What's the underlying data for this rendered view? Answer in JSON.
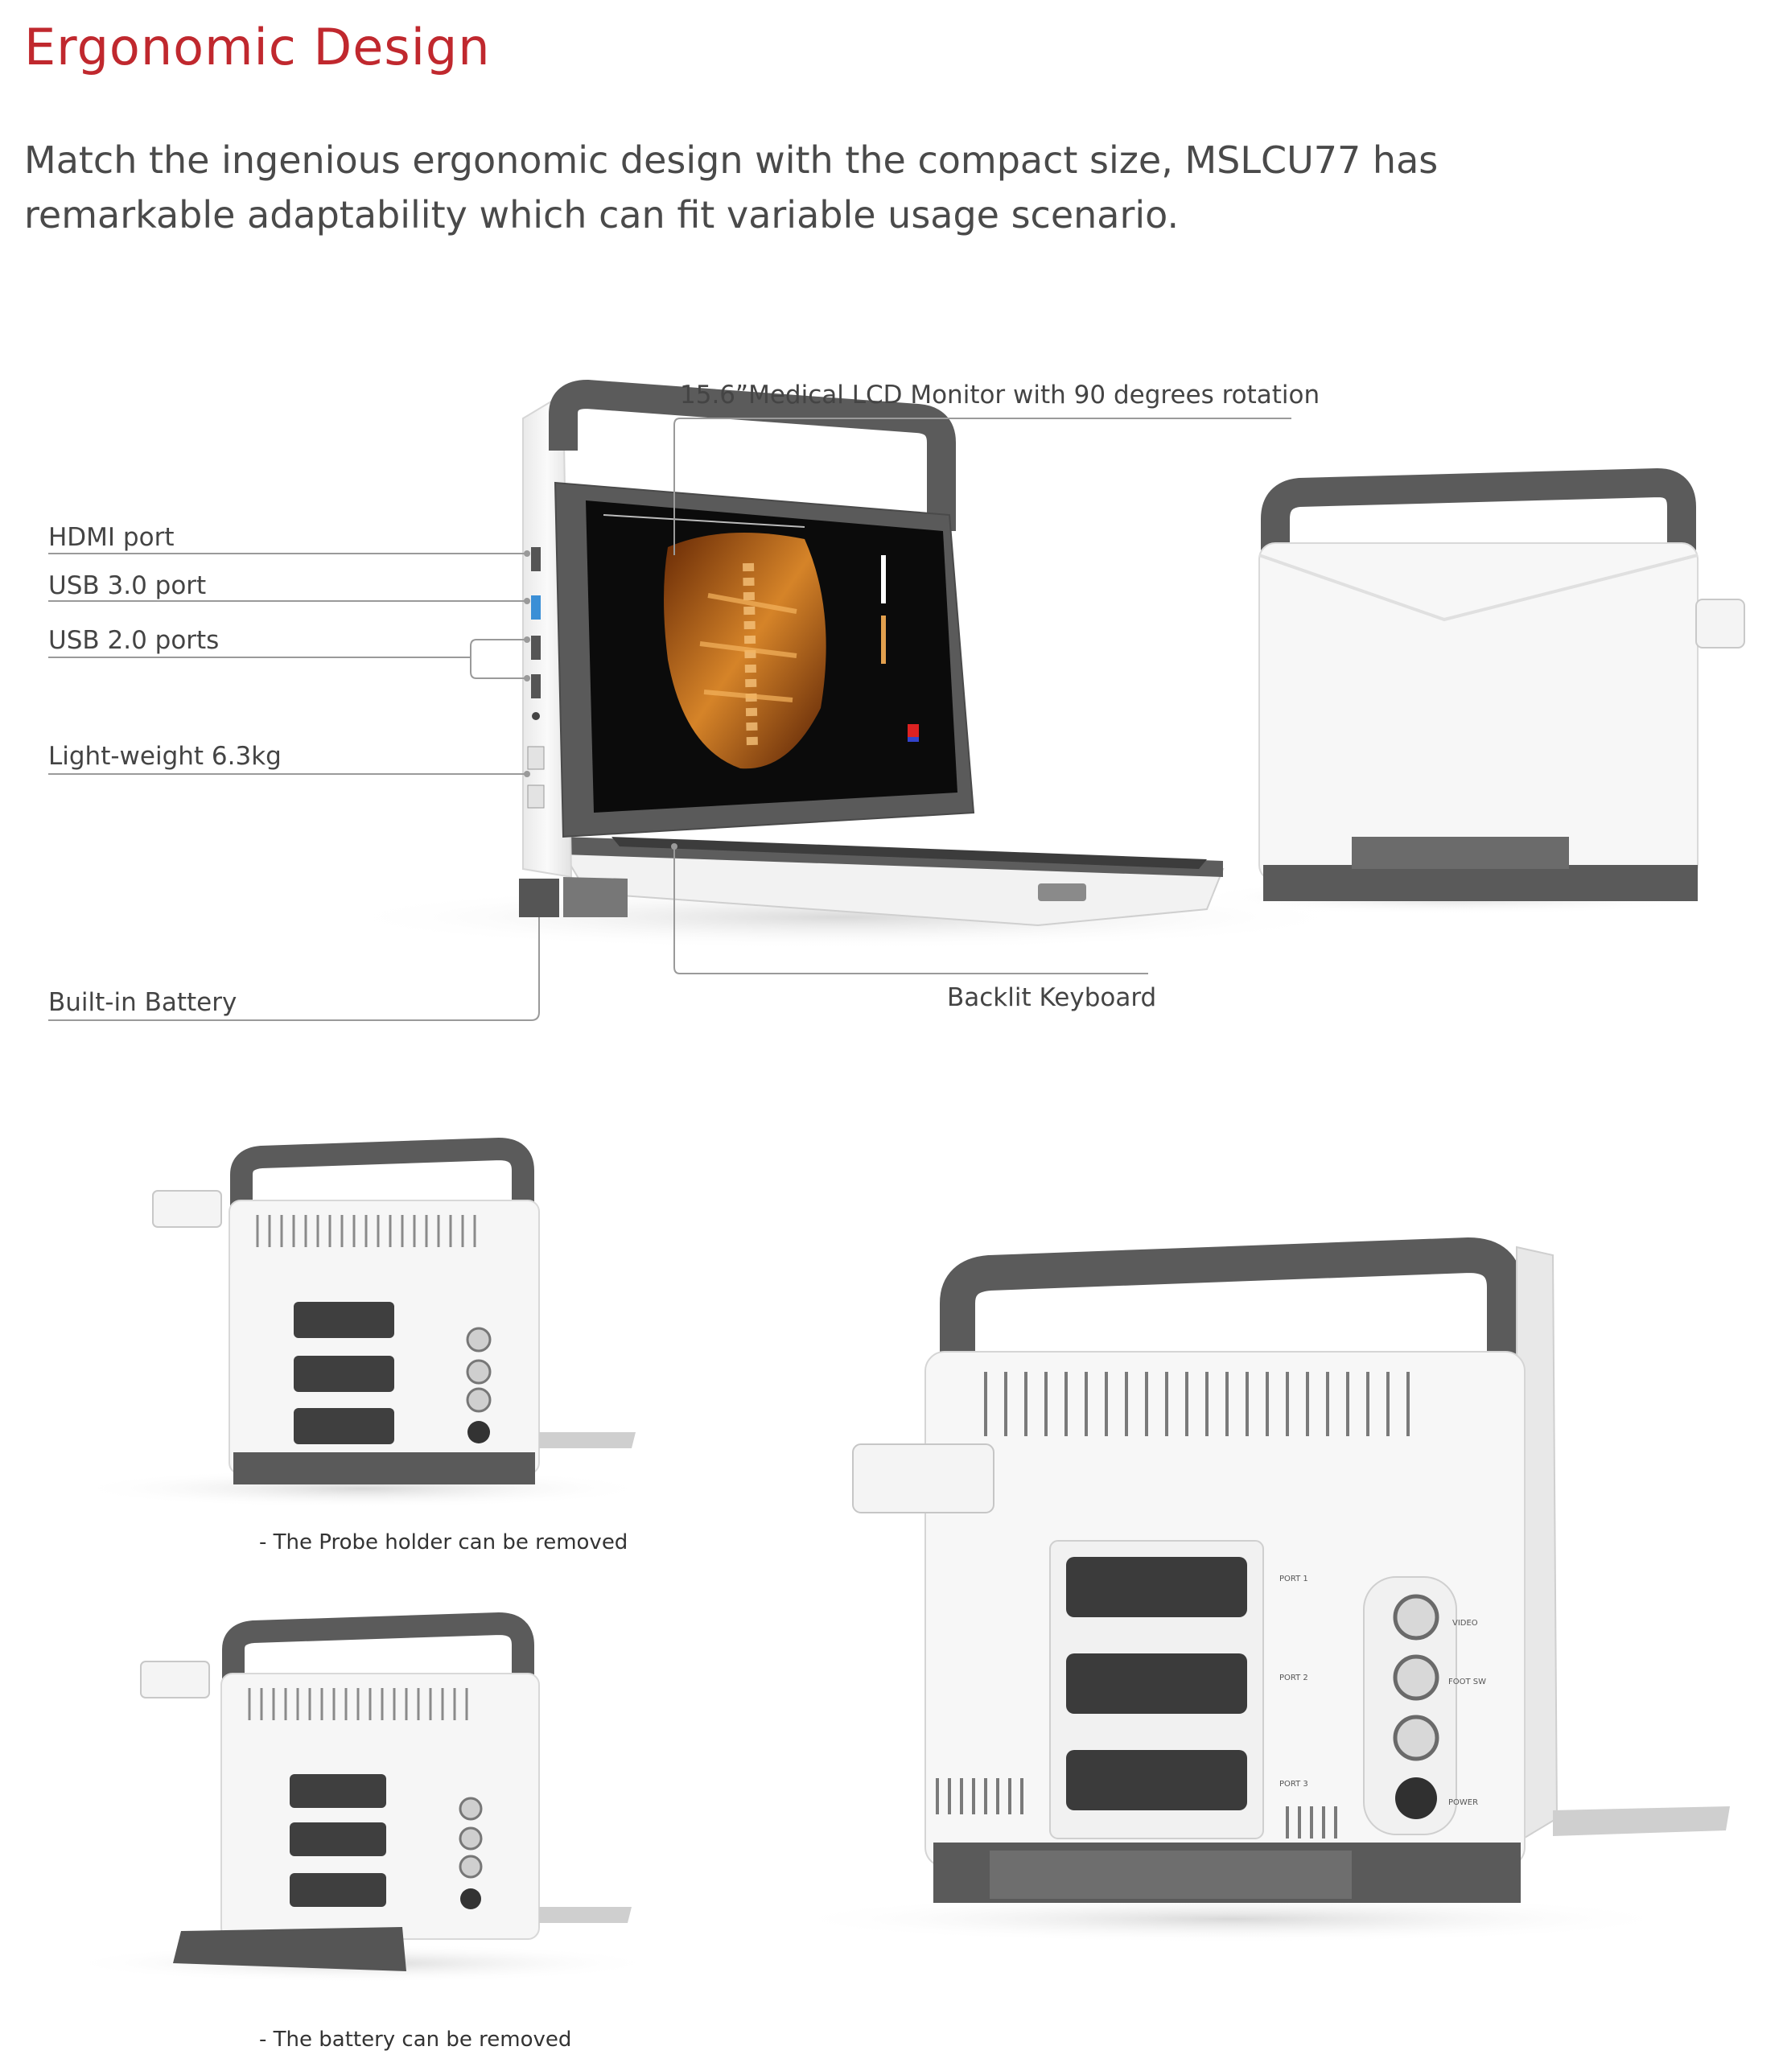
{
  "page": {
    "title": "Ergonomic Design",
    "intro": "Match the ingenious ergonomic design with the compact size, MSLCU77 has remarkable adaptability which can fit variable usage scenario."
  },
  "callouts": {
    "monitor": "15.6”Medical LCD Monitor with 90 degrees rotation",
    "hdmi": "HDMI port",
    "usb3": "USB 3.0 port",
    "usb2": "USB 2.0 ports",
    "weight": "Light-weight 6.3kg",
    "battery": "Built-in Battery",
    "keyboard": "Backlit Keyboard"
  },
  "captions": {
    "probe_holder": "- The Probe holder can be removed",
    "battery_removed": "- The battery can be removed"
  },
  "rear_panel_labels": {
    "port1": "PORT 1",
    "port2": "PORT 2",
    "port3": "PORT 3",
    "video": "VIDEO",
    "footsw": "FOOT SW",
    "power": "POWER"
  },
  "colors": {
    "title_red": "#c0282e",
    "device_gray": "#5a5a5a",
    "device_white": "#f4f4f4",
    "leader_line": "#9a9a9a",
    "scan_orange": "#d9801f"
  }
}
